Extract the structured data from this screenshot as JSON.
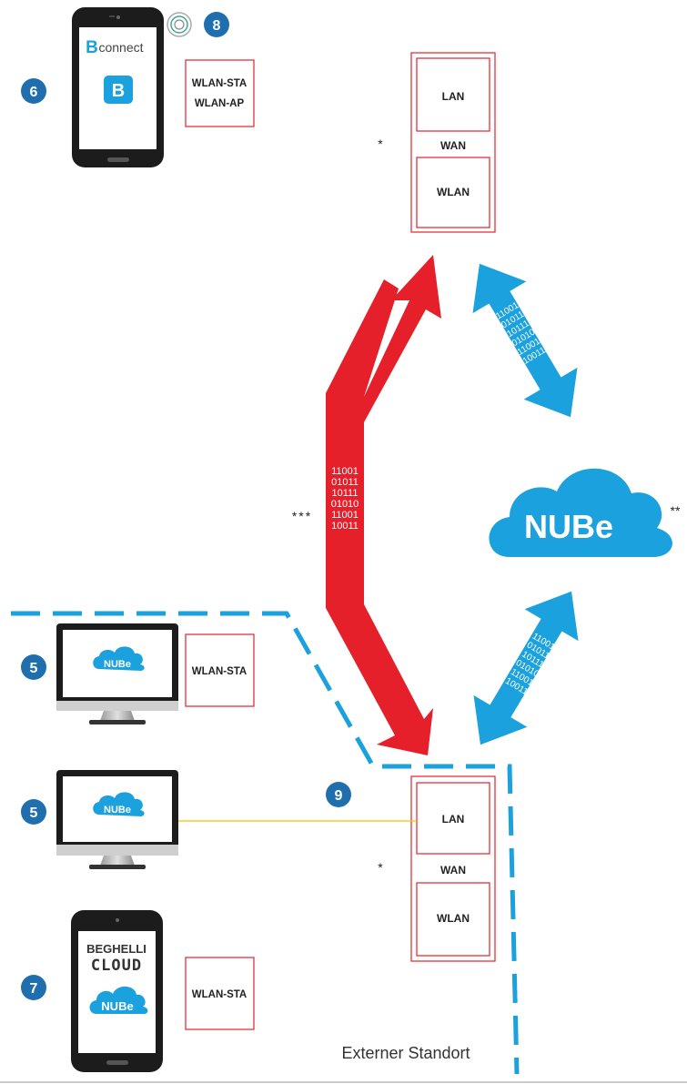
{
  "colors": {
    "red": "#e5202a",
    "blue": "#1ba1dd",
    "badge": "#1f6fae",
    "router_border": "#e5202a",
    "cable": "#f2c200",
    "dark": "#222222"
  },
  "badges": {
    "n6": "6",
    "n8": "8",
    "n5a": "5",
    "n5b": "5",
    "n7": "7",
    "n9": "9"
  },
  "phone_top": {
    "brand": "connect",
    "brand_letter": "B",
    "app_icon": "b-app-icon"
  },
  "phone_bottom": {
    "line1": "BEGHELLI",
    "line2": "CLOUD",
    "logo": "NUBe"
  },
  "boxes": {
    "phone_top": [
      "WLAN-STA",
      "WLAN-AP"
    ],
    "monitor_top": "WLAN-STA",
    "phone_bottom": "WLAN-STA"
  },
  "router_top": {
    "lan": "LAN",
    "wan": "WAN",
    "wlan": "WLAN",
    "marker": "*"
  },
  "router_bottom": {
    "lan": "LAN",
    "wan": "WAN",
    "wlan": "WLAN",
    "marker": "*"
  },
  "cloud": {
    "logo": "NUBe",
    "marker": "**"
  },
  "red_arrow": {
    "marker": "***",
    "binary": [
      "11001",
      "01011",
      "10111",
      "01010",
      "11001",
      "10011"
    ]
  },
  "blue_arrow_top": {
    "binary": [
      "11001",
      "01011",
      "10111",
      "01010",
      "11001",
      "10011"
    ]
  },
  "blue_arrow_bottom": {
    "binary": [
      "11001",
      "01011",
      "10111",
      "01010",
      "11001",
      "10011"
    ]
  },
  "monitors": {
    "logo": "NUBe"
  },
  "external_site": "Externer Standort"
}
